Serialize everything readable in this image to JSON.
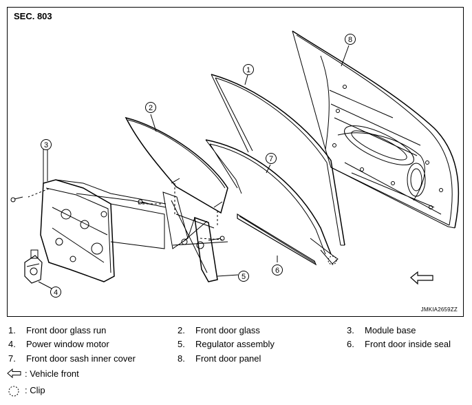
{
  "section_label": "SEC. 803",
  "image_code": "JMKIA2659ZZ",
  "callouts": [
    "1",
    "2",
    "3",
    "4",
    "5",
    "6",
    "7",
    "8"
  ],
  "legend": [
    {
      "num": "1.",
      "text": "Front door glass run"
    },
    {
      "num": "2.",
      "text": "Front door glass"
    },
    {
      "num": "3.",
      "text": "Module base"
    },
    {
      "num": "4.",
      "text": "Power window motor"
    },
    {
      "num": "5.",
      "text": "Regulator assembly"
    },
    {
      "num": "6.",
      "text": "Front door inside seal"
    },
    {
      "num": "7.",
      "text": "Front door sash inner cover"
    },
    {
      "num": "8.",
      "text": "Front door panel"
    }
  ],
  "symbols": {
    "vehicle_front": ": Vehicle front",
    "clip": ": Clip"
  }
}
